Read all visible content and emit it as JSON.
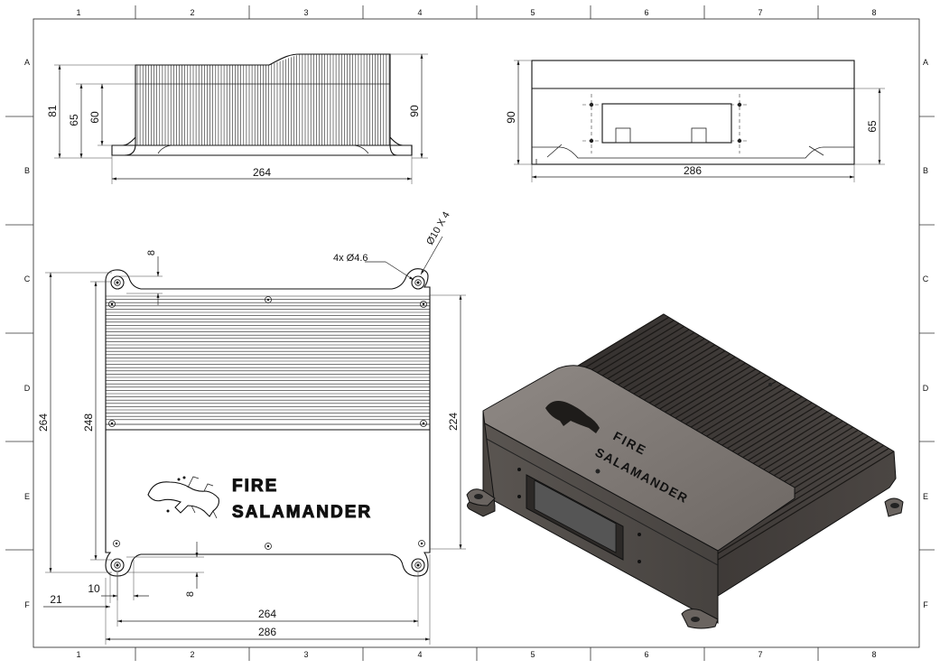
{
  "border": {
    "columns": [
      "1",
      "2",
      "3",
      "4",
      "5",
      "6",
      "7",
      "8"
    ],
    "rows": [
      "A",
      "B",
      "C",
      "D",
      "E",
      "F"
    ]
  },
  "front_view": {
    "dims": {
      "width": "264",
      "h81": "81",
      "h65": "65",
      "h60": "60",
      "h90": "90"
    }
  },
  "side_view": {
    "dims": {
      "width": "286",
      "h90": "90",
      "h65": "65"
    }
  },
  "top_view": {
    "dims": {
      "hole_offset_top": "8",
      "hole_callout": "4x Ø4.6",
      "boss_callout": "Ø10 X 4",
      "overall_length": "264",
      "inner_length": "248",
      "right_length": "224",
      "offset_10": "10",
      "offset_21": "21",
      "offset_8": "8",
      "hole_spacing": "264",
      "overall_width": "286"
    },
    "logo": {
      "line1": "FIRE",
      "line2": "SALAMANDER"
    }
  },
  "iso_view": {
    "logo": {
      "line1": "FIRE",
      "line2": "SALAMANDER"
    }
  },
  "colors": {
    "line": "#111111",
    "body_dark": "#3f3b38",
    "body_light": "#8a8480",
    "fin": "#2a2725"
  }
}
